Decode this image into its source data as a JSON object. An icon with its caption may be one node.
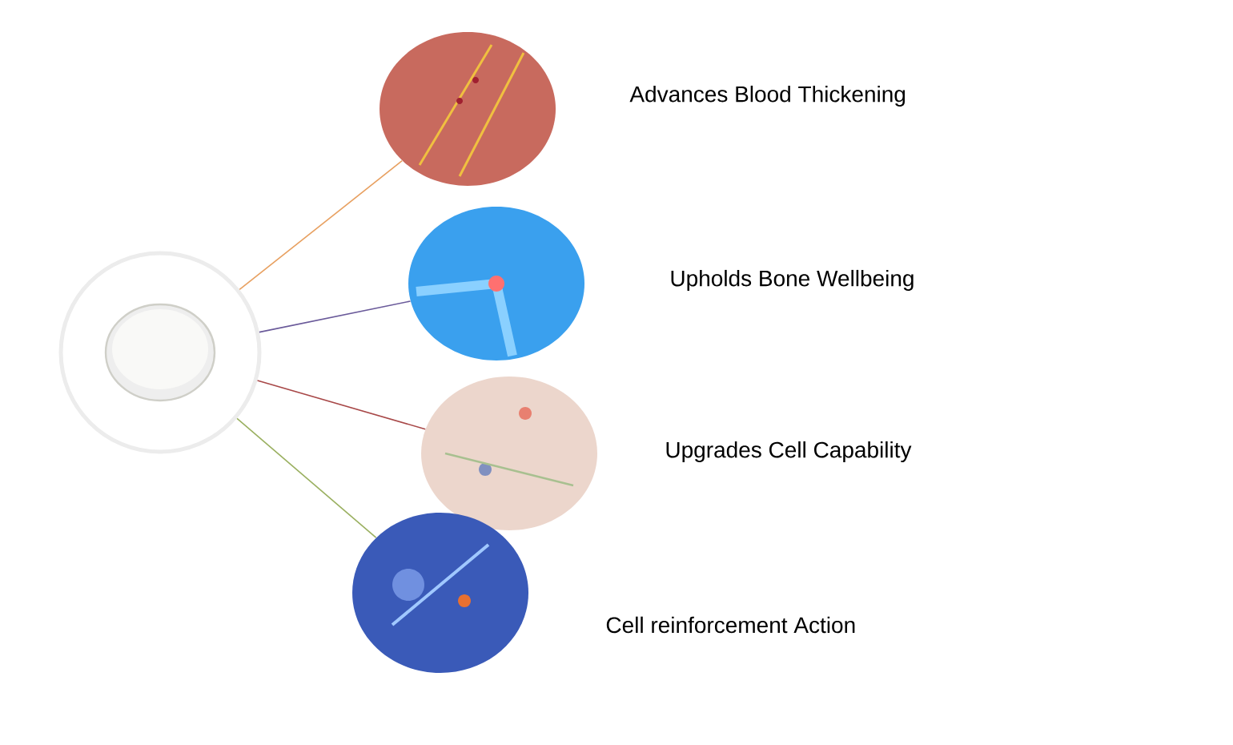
{
  "diagram": {
    "nodes": [
      {
        "text": [],
        "shape": "picture"
      },
      {
        "text": [],
        "shape": "picture",
        "beside": [
          "Advances Blood Thickening"
        ]
      },
      {
        "text": [],
        "shape": "picture",
        "beside": [
          "Upholds Bone Wellbeing"
        ]
      },
      {
        "text": [],
        "shape": "picture",
        "beside": [
          "Upgrades Cell Capability"
        ]
      },
      {
        "text": [],
        "shape": "picture",
        "beside": [
          "Cell reinforcement Action"
        ]
      }
    ],
    "edges": [
      {
        "from": 0,
        "to": 1,
        "arrow": "none",
        "color": "#e8a060"
      },
      {
        "from": 0,
        "to": 2,
        "arrow": "none",
        "color": "#6a5a9a"
      },
      {
        "from": 0,
        "to": 3,
        "arrow": "none",
        "color": "#a84848"
      },
      {
        "from": 0,
        "to": 4,
        "arrow": "none",
        "color": "#9ab060"
      }
    ]
  }
}
